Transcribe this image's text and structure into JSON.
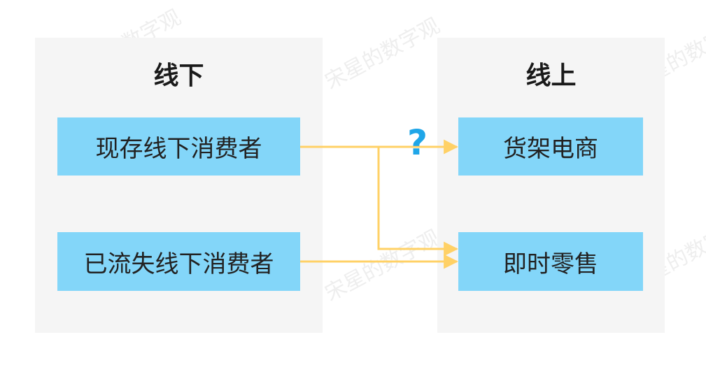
{
  "left_panel": {
    "title": "线下"
  },
  "right_panel": {
    "title": "线上"
  },
  "boxes": {
    "existing_offline": "现存线下消费者",
    "lost_offline": "已流失线下消费者",
    "shelf_ecommerce": "货架电商",
    "instant_retail": "即时零售"
  },
  "question_mark": "?",
  "watermark": "宋星的数字观",
  "colors": {
    "panel_bg": "#f5f5f5",
    "box_fill": "#83d6f9",
    "arrow": "#ffd166",
    "question": "#1fa6e8"
  }
}
